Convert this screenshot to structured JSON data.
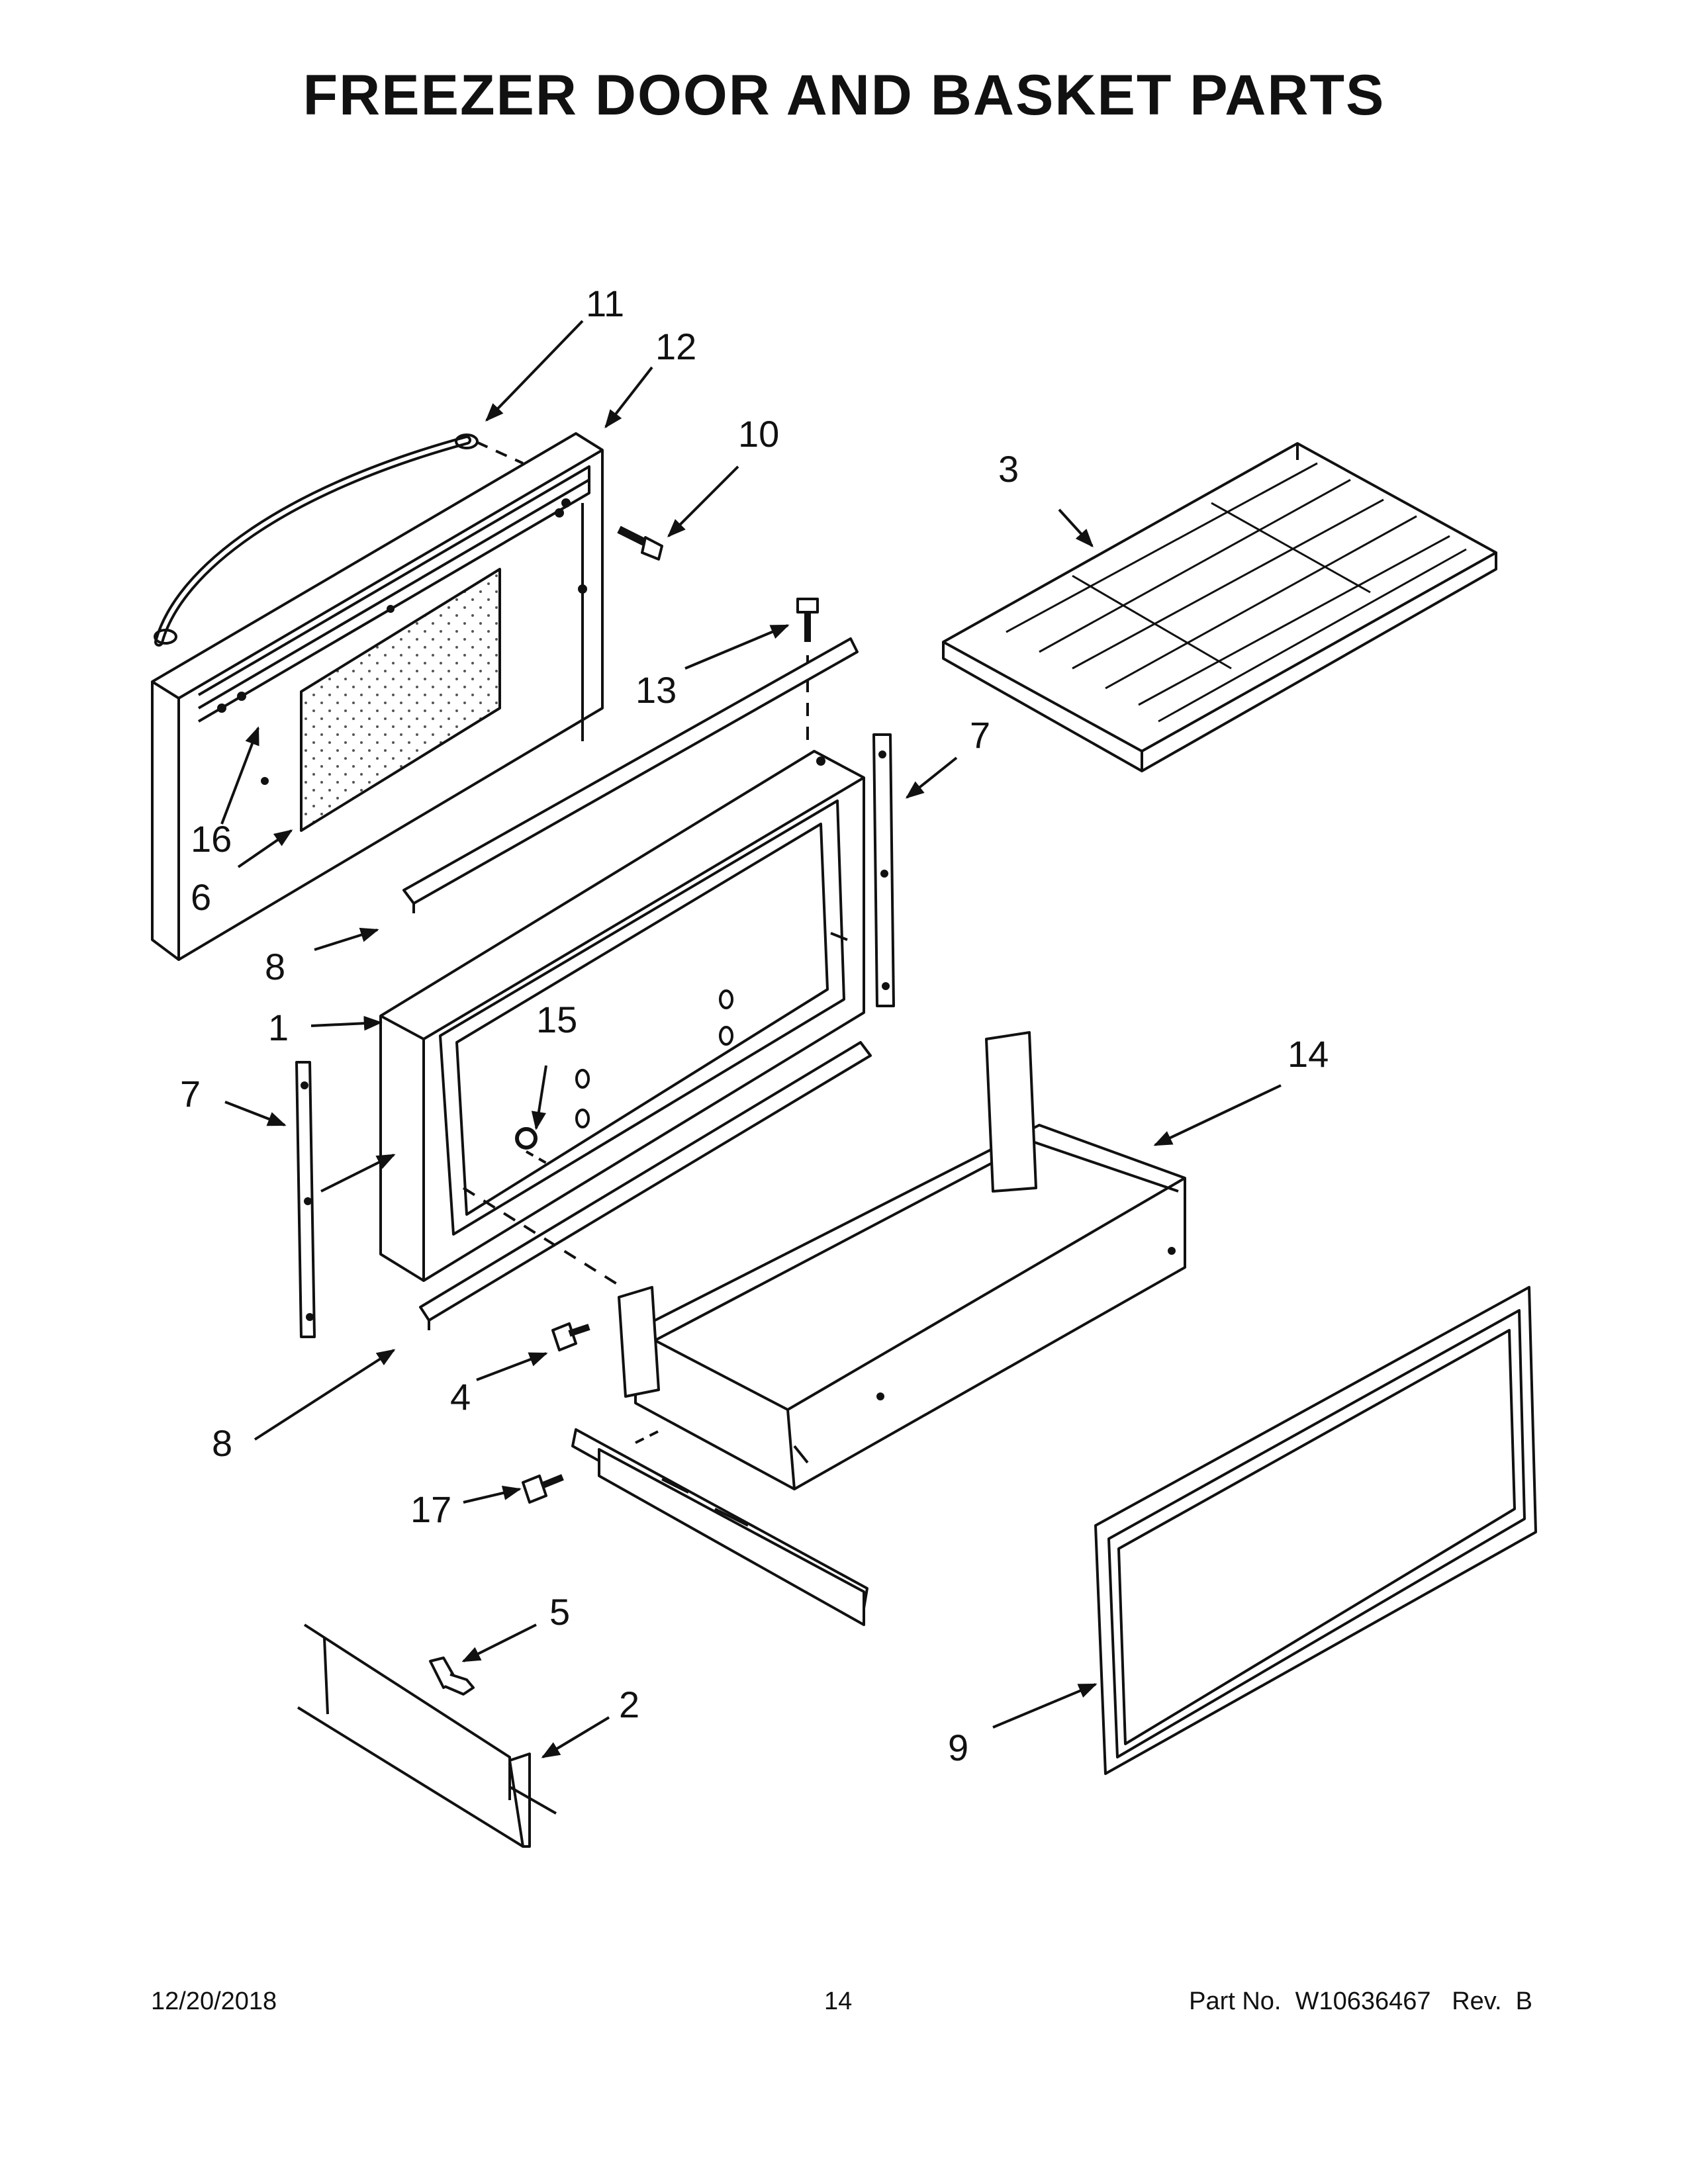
{
  "title": "FREEZER DOOR AND BASKET PARTS",
  "callouts": {
    "c1": "1",
    "c2": "2",
    "c3": "3",
    "c4": "4",
    "c5": "5",
    "c6": "6",
    "c7a": "7",
    "c7b": "7",
    "c8a": "8",
    "c8b": "8",
    "c9": "9",
    "c10": "10",
    "c11": "11",
    "c12": "12",
    "c13": "13",
    "c14": "14",
    "c15": "15",
    "c16": "16",
    "c17": "17"
  },
  "footer": {
    "date": "12/20/2018",
    "page": "14",
    "part": "Part No.  W10636467   Rev.  B"
  }
}
